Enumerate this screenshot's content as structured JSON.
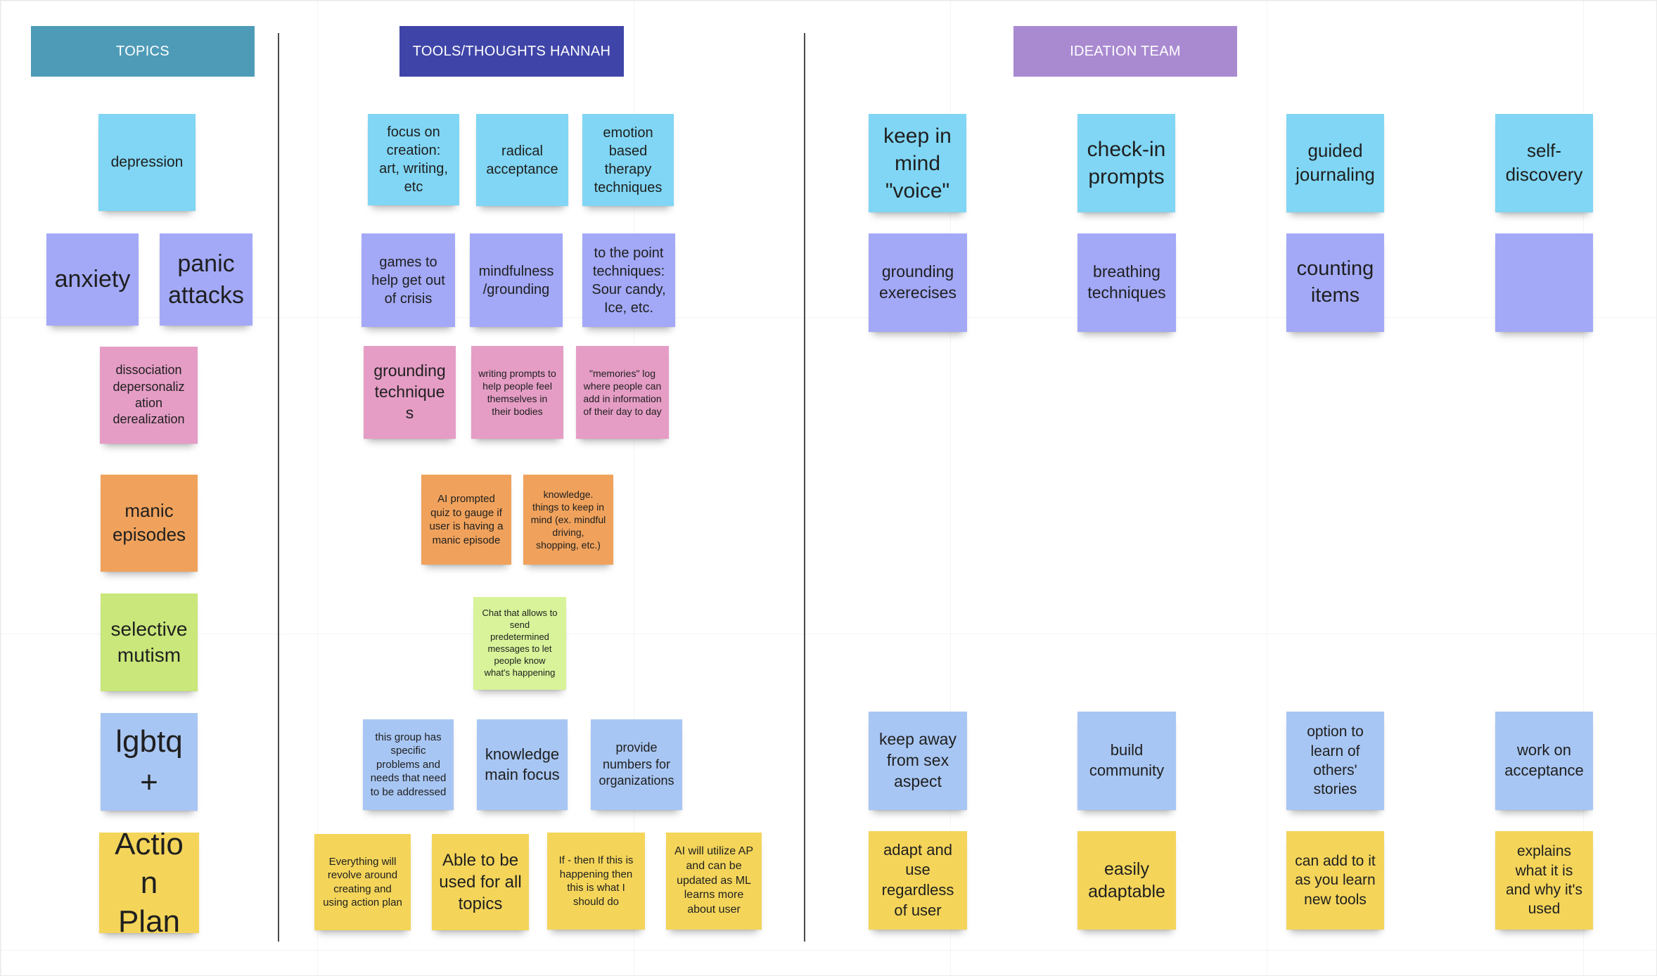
{
  "headers": {
    "topics": "TOPICS",
    "tools": "TOOLS/THOUGHTS HANNAH",
    "ideation": "IDEATION TEAM"
  },
  "colors": {
    "topics_header": "#4e9bb7",
    "tools_header": "#3f45a8",
    "ideation_header": "#a98ad1",
    "sticky_cyan": "#80d6f4",
    "sticky_violet": "#a3a9f7",
    "sticky_pink": "#e59dc5",
    "sticky_orange": "#f0a25c",
    "sticky_lime": "#c9e77a",
    "sticky_blue": "#a8c6f3",
    "sticky_yellow": "#f4d55a"
  },
  "topics": {
    "depression": "depression",
    "anxiety": "anxiety",
    "panic": "panic attacks",
    "dissociation": "dissociation depersonaliz ation derealization",
    "manic": "manic episodes",
    "mutism": "selective mutism",
    "lgbtq": "lgbtq+",
    "action_plan": "Action Plan"
  },
  "tools": {
    "creation": "focus on creation: art, writing, etc",
    "radical": "radical acceptance",
    "emotion": "emotion based therapy techniques",
    "games": "games to help get out of crisis",
    "mindfulness": "mindfulness /grounding",
    "point": "to the point techniques: Sour candy, Ice, etc.",
    "grounding": "grounding techniques",
    "writing": "writing prompts to help people feel themselves in their bodies",
    "memories": "\"memories\" log where people can add in information of their day to day",
    "ai_quiz": "AI prompted quiz to gauge if user is having a manic episode",
    "knowledge_things": "knowledge. things to keep in mind (ex. mindful driving, shopping, etc.)",
    "chat": "Chat that allows to send predetermined messages to let people know what's happening",
    "group": "this group has specific problems and needs that need to be addressed",
    "knowledge_focus": "knowledge main focus",
    "numbers": "provide numbers for organizations",
    "everything": "Everything will revolve around creating and using action plan",
    "all_topics": "Able to be used for all topics",
    "if_then": "If - then If this is happening then this is what I should do",
    "ai_ap": "AI will utilize AP and can be updated as ML learns more about user"
  },
  "ideation": {
    "voice": "keep in mind \"voice\"",
    "checkin": "check-in prompts",
    "journaling": "guided journaling",
    "self_discovery": "self-discovery",
    "grounding": "grounding exerecises",
    "breathing": "breathing techniques",
    "counting": "counting items",
    "empty": "",
    "sex": "keep away from sex aspect",
    "community": "build community",
    "stories": "option to learn of others' stories",
    "acceptance": "work on acceptance",
    "adapt": "adapt and use regardless of user",
    "adaptable": "easily adaptable",
    "add_to": "can add to it as you learn new tools",
    "explains": "explains what it is and why it's used"
  }
}
